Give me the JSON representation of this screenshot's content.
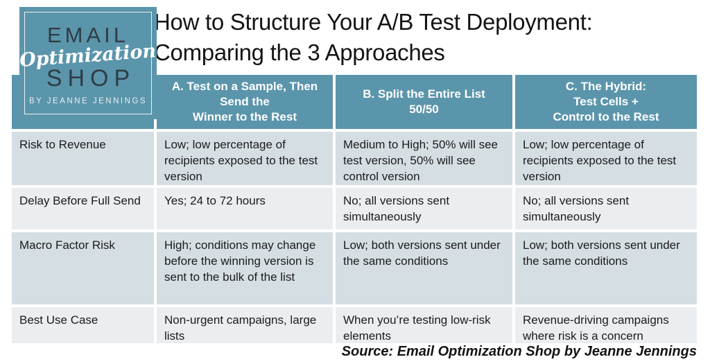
{
  "logo": {
    "line1": "EMAIL",
    "line2": "Optimization",
    "line3": "SHOP",
    "tagline": "BY JEANNE JENNINGS"
  },
  "title": {
    "line1": "How to Structure Your A/B Test Deployment:",
    "line2": "Comparing the 3 Approaches"
  },
  "table": {
    "columns": [
      {
        "lines": [
          "A. Test on a Sample, Then",
          "Send the",
          "Winner to the Rest"
        ]
      },
      {
        "lines": [
          "B. Split the Entire List",
          "50/50"
        ]
      },
      {
        "lines": [
          "C. The Hybrid:",
          "Test Cells +",
          "Control to the Rest"
        ]
      }
    ],
    "rows": [
      {
        "label": "Risk to Revenue",
        "values": [
          "Low; low percentage of recipients exposed to the test version",
          "Medium to High; 50% will see test version, 50% will see control version",
          "Low; low percentage of recipients exposed to the test version"
        ]
      },
      {
        "label": "Delay Before Full Send",
        "values": [
          "Yes; 24 to 72 hours",
          "No; all versions sent simultaneously",
          "No; all versions sent simultaneously"
        ]
      },
      {
        "label": "Macro Factor Risk",
        "values": [
          "High; conditions may change before the winning version is sent to the bulk of the list",
          "Low; both versions sent under the same conditions",
          "Low; both versions sent under the same conditions"
        ]
      },
      {
        "label": "Best Use Case",
        "values": [
          "Non-urgent campaigns, large lists",
          "When you’re testing low-risk elements",
          "Revenue-driving campaigns where risk is a concern"
        ]
      }
    ]
  },
  "footer": {
    "source": "Source: Email Optimization Shop by Jeanne Jennings"
  },
  "colors": {
    "teal": "#5b95ab",
    "row_dark": "#d5dee3",
    "row_light": "#eaeef0",
    "logo_text_dark": "#2e3d45",
    "text": "#1b1b1b"
  },
  "chart_data": {
    "type": "table",
    "title": "How to Structure Your A/B Test Deployment: Comparing the 3 Approaches",
    "columns": [
      "",
      "A. Test on a Sample, Then Send the Winner to the Rest",
      "B. Split the Entire List 50/50",
      "C. The Hybrid: Test Cells + Control to the Rest"
    ],
    "rows": [
      [
        "Risk to Revenue",
        "Low; low percentage of recipients exposed to the test version",
        "Medium to High; 50% will see test version, 50% will see control version",
        "Low; low percentage of recipients exposed to the test version"
      ],
      [
        "Delay Before Full Send",
        "Yes; 24 to 72 hours",
        "No; all versions sent simultaneously",
        "No; all versions sent simultaneously"
      ],
      [
        "Macro Factor Risk",
        "High; conditions may change before the winning version is sent to the bulk of the list",
        "Low; both versions sent under the same conditions",
        "Low; both versions sent under the same conditions"
      ],
      [
        "Best Use Case",
        "Non-urgent campaigns, large lists",
        "When you’re testing low-risk elements",
        "Revenue-driving campaigns where risk is a concern"
      ]
    ],
    "source": "Source: Email Optimization Shop by Jeanne Jennings",
    "layout_hints": {
      "header_fill": "#5b95ab",
      "alt_row_fills": [
        "#d5dee3",
        "#eaeef0"
      ],
      "grid": "white gaps between cells"
    }
  }
}
